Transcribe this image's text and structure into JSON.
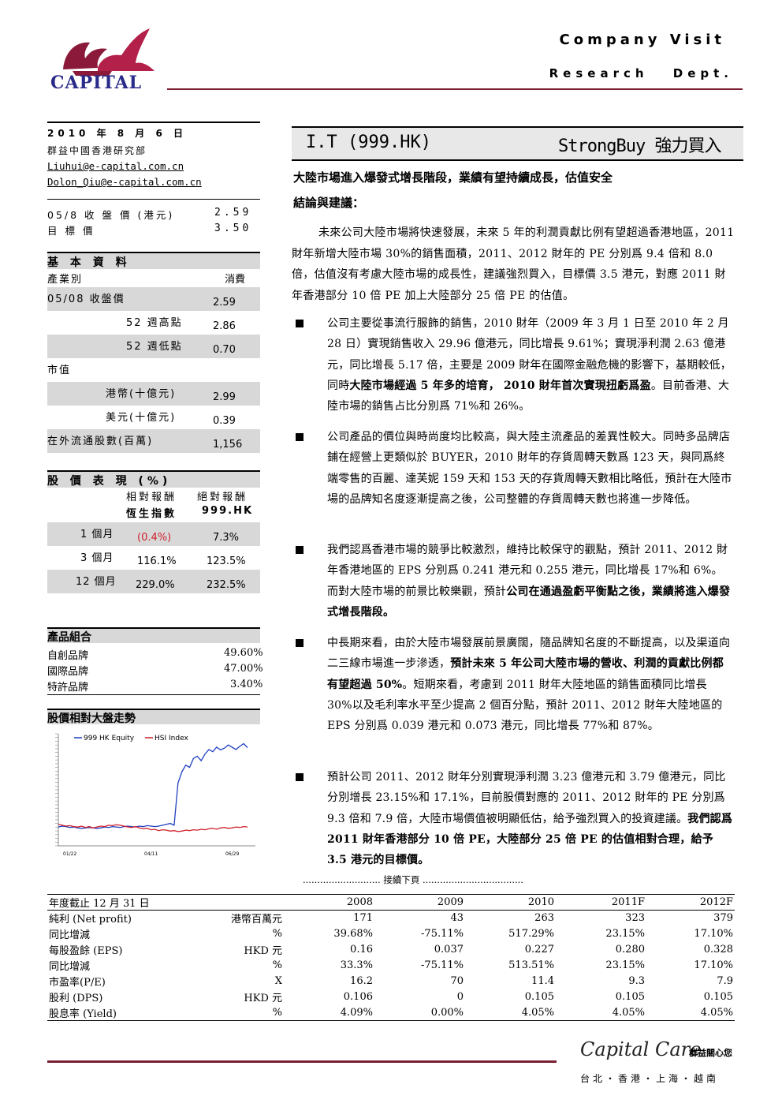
{
  "header": {
    "brand": "CAPITAL",
    "doc_type": "Company Visit",
    "dept": "Research Dept."
  },
  "left": {
    "date": "2010 年 8 月 6 日",
    "org": "群益中國香港研究部",
    "emails": [
      "Liuhui@e-capital.com.cn",
      "Dolon_Qiu@e-capital.com.cn"
    ],
    "close_label": "05/8 收 盤 價 (港元)",
    "close_value": "2.59",
    "target_label": "目 標 價",
    "target_value": "3.50",
    "basic": {
      "title": "基 本 資 料",
      "industry_label": "產業別",
      "industry_value": "消費",
      "close_label": "05/08 收盤價",
      "close_value": "2.59",
      "high_label": "52 週高點",
      "high_value": "2.86",
      "low_label": "52 週低點",
      "low_value": "0.70",
      "mcap_label": "市值",
      "hkd_label": "港幣(十億元)",
      "hkd_value": "2.99",
      "usd_label": "美元(十億元)",
      "usd_value": "0.39",
      "float_label": "在外流通股數(百萬)",
      "float_value": "1,156"
    },
    "perf": {
      "title": "股 價 表 現 (%)",
      "col1": "相對報酬",
      "col2": "絕對報酬",
      "col1b": "恆生指數",
      "col2b": "999.HK",
      "rows": [
        {
          "period": "1 個月",
          "rel": "(0.4%)",
          "abs": "7.3%"
        },
        {
          "period": "3 個月",
          "rel": "116.1%",
          "abs": "123.5%"
        },
        {
          "period": "12 個月",
          "rel": "229.0%",
          "abs": "232.5%"
        }
      ]
    },
    "products": {
      "title": "產品組合",
      "items": [
        {
          "name": "自創品牌",
          "pct": "49.60%"
        },
        {
          "name": "國際品牌",
          "pct": "47.00%"
        },
        {
          "name": "特許品牌",
          "pct": "3.40%"
        }
      ]
    },
    "chart_title": "股價相對大盤走勢"
  },
  "chart_data": {
    "type": "line",
    "title": "",
    "x": [
      "01/22",
      "04/11",
      "06/29"
    ],
    "series": [
      {
        "name": "999 HK Equity",
        "color": "#1f3fbf",
        "values": [
          0.72,
          0.74,
          0.73,
          0.71,
          0.72,
          0.7,
          0.69,
          0.7,
          0.71,
          0.7,
          0.69,
          0.7,
          0.72,
          0.71,
          0.73,
          0.72,
          0.71,
          0.73,
          0.74,
          0.73,
          0.72,
          0.74,
          0.73,
          0.75,
          0.74,
          0.73,
          0.74,
          0.76,
          0.78,
          0.8,
          0.76,
          1.7,
          1.95,
          2.1,
          2.05,
          2.25,
          2.3,
          2.2,
          2.35,
          2.45,
          2.4,
          2.5,
          2.44,
          2.48,
          2.55,
          2.5,
          2.45,
          2.52,
          2.58,
          2.49
        ]
      },
      {
        "name": "HSI Index",
        "color": "#d0212b",
        "values": [
          0.78,
          0.76,
          0.74,
          0.75,
          0.73,
          0.72,
          0.74,
          0.71,
          0.73,
          0.7,
          0.72,
          0.74,
          0.73,
          0.76,
          0.75,
          0.77,
          0.76,
          0.74,
          0.72,
          0.71,
          0.73,
          0.7,
          0.68,
          0.69,
          0.66,
          0.67,
          0.64,
          0.66,
          0.65,
          0.63,
          0.64,
          0.62,
          0.63,
          0.65,
          0.64,
          0.66,
          0.65,
          0.67,
          0.66,
          0.68,
          0.69,
          0.67,
          0.7,
          0.71,
          0.69,
          0.7,
          0.72,
          0.71,
          0.73,
          0.72
        ]
      }
    ],
    "ylim": [
      0.3,
      2.8
    ]
  },
  "main": {
    "ticker": "I.T (999.HK)",
    "rating": "StrongBuy 強力買入",
    "headline": "大陸市場進入爆發式增長階段，業績有望持續成長，估值安全",
    "conclusion_label": "結論與建議：",
    "intro": "未來公司大陸市場將快速發展，未來 5 年的利潤貢獻比例有望超過香港地區，2011 財年新增大陸市場 30%的銷售面積，2011、2012 財年的 PE 分別爲 9.4 倍和 8.0 倍，估值沒有考慮大陸市場的成長性，建議強烈買入，目標價 3.5 港元，對應 2011 財年香港部分 10 倍 PE 加上大陸部分 25 倍 PE 的估值。",
    "b1_a": "公司主要從事流行服飾的銷售，2010 財年（2009 年 3 月 1 日至 2010 年 2 月 28 日）實現銷售收入 29.96 億港元，同比增長 9.61%；實現淨利潤 2.63 億港元，同比增長 5.17 倍，主要是 2009 財年在國際金融危機的影響下，基期較低，同時",
    "b1_bold": "大陸市場經過 5 年多的培育， 2010 財年首次實現扭虧爲盈",
    "b1_c": "。目前香港、大陸市場的銷售占比分別爲 71%和 26%。",
    "b2": "公司產品的價位與時尚度均比較高，與大陸主流產品的差異性較大。同時多品牌店鋪在經營上更類似於 BUYER，2010 財年的存貨周轉天數爲 123 天，與同爲終端零售的百麗、達芙妮 159 天和 153 天的存貨周轉天數相比略低，預計在大陸市場的品牌知名度逐漸提高之後，公司整體的存貨周轉天數也將進一步降低。",
    "b3_a": "我們認爲香港市場的競爭比較激烈，維持比較保守的觀點，預計 2011、2012 財年香港地區的 EPS 分別爲 0.241 港元和 0.255 港元，同比增長 17%和 6%。而對大陸市場的前景比較樂觀，預計",
    "b3_bold": "公司在通過盈虧平衡點之後，業績將進入爆發式增長階段。",
    "b4_a": "中長期來看，由於大陸市場發展前景廣闊，隨品牌知名度的不斷提高，以及渠道向二三線市場進一步滲透，",
    "b4_bold": "預計未來 5 年公司大陸市場的營收、利潤的貢獻比例都有望超過 50%",
    "b4_c": "。短期來看，考慮到 2011 財年大陸地區的銷售面積同比增長 30%以及毛利率水平至少提高 2 個百分點，預計 2011、2012 財年大陸地區的 EPS 分別爲 0.039 港元和 0.073 港元，同比增長 77%和 87%。",
    "b5_a": "預計公司 2011、2012 財年分別實現淨利潤 3.23 億港元和 3.79 億港元，同比分別增長 23.15%和 17.1%，目前股價對應的 2011、2012 財年的 PE 分別爲 9.3 倍和 7.9 倍，大陸市場價值被明顯低估，給予強烈買入的投資建議。",
    "b5_bold": "我們認爲 2011 財年香港部分 10 倍 PE，大陸部分 25 倍 PE 的估值相對合理，給予 3.5 港元的目標價。",
    "continued": "........................... 接續下頁 ..................................."
  },
  "table": {
    "header": [
      "年度截止 12 月 31 日",
      "",
      "2008",
      "2009",
      "2010",
      "2011F",
      "2012F"
    ],
    "rows": [
      [
        "純利 (Net profit)",
        "港幣百萬元",
        "171",
        "43",
        "263",
        "323",
        "379"
      ],
      [
        "同比增減",
        "%",
        "39.68%",
        "-75.11%",
        "517.29%",
        "23.15%",
        "17.10%"
      ],
      [
        "每股盈餘 (EPS)",
        "HKD 元",
        "0.16",
        "0.037",
        "0.227",
        "0.280",
        "0.328"
      ],
      [
        "同比增減",
        "%",
        "33.3%",
        "-75.11%",
        "513.51%",
        "23.15%",
        "17.10%"
      ],
      [
        "市盈率(P/E)",
        "X",
        "16.2",
        "70",
        "11.4",
        "9.3",
        "7.9"
      ],
      [
        "股利 (DPS)",
        "HKD 元",
        "0.106",
        "0",
        "0.105",
        "0.105",
        "0.105"
      ],
      [
        "股息率 (Yield)",
        "%",
        "4.09%",
        "0.00%",
        "4.05%",
        "4.05%",
        "4.05%"
      ]
    ]
  },
  "footer": {
    "brand": "Capital Care",
    "slogan": "群益關心您",
    "cities": "台北・香港・上海・越南"
  }
}
